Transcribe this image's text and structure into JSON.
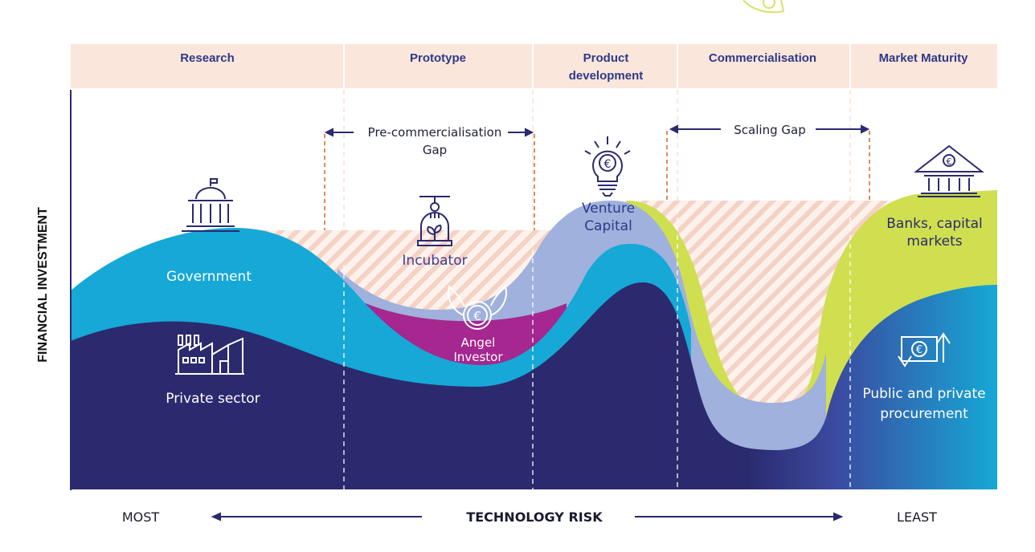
{
  "stages": [
    "Research",
    "Prototype",
    "Product",
    "development",
    "Commercialisation",
    "Market Maturity"
  ],
  "gaps": {
    "pre_commercialisation": [
      "Pre-commercialisation",
      "Gap"
    ],
    "scaling": "Scaling Gap"
  },
  "funders": {
    "government": "Government",
    "private_sector": "Private sector",
    "incubator": "Incubator",
    "angel": [
      "Angel",
      "Investor"
    ],
    "venture": [
      "Venture",
      "Capital"
    ],
    "banks": [
      "Banks, capital",
      "markets"
    ],
    "procurement": [
      "Public and private",
      "procurement"
    ]
  },
  "y_axis_label": "FINANCIAL INVESTMENT",
  "x_axis": {
    "left": "MOST",
    "center": "TECHNOLOGY RISK",
    "right": "LEAST"
  },
  "colors": {
    "navy": "#2b2a6e",
    "cyan": "#16a8d6",
    "lavender": "#9fb1dc",
    "magenta": "#a5278f",
    "lime": "#cfdf50",
    "peach": "#fbe6dc",
    "header_text": "#2e3a87"
  }
}
